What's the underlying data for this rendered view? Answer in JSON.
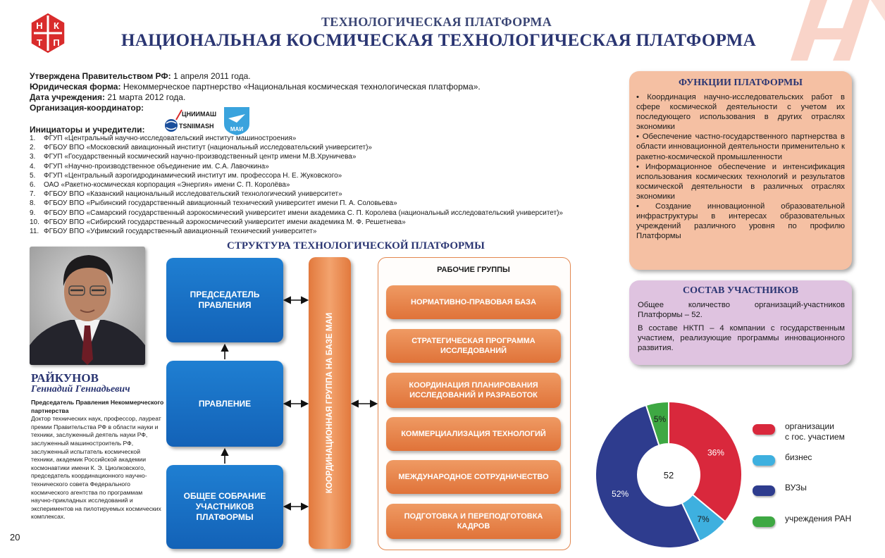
{
  "header": {
    "logo_letters": [
      "Н",
      "К",
      "Т",
      "П"
    ],
    "subtitle": "ТЕХНОЛОГИЧЕСКАЯ ПЛАТФОРМА",
    "title": "НАЦИОНАЛЬНАЯ КОСМИЧЕСКАЯ ТЕХНОЛОГИЧЕСКАЯ ПЛАТФОРМА"
  },
  "info": {
    "approved_label": "Утверждена Правительством РФ:",
    "approved_value": " 1 апреля 2011 года.",
    "legal_label": "Юридическая форма:",
    "legal_value": " Некоммерческое партнерство «Национальная космическая технологическая платформа».",
    "founded_label": "Дата учреждения:",
    "founded_value": " 21 марта 2012 года.",
    "coordinator_label": "Организация-координатор:",
    "coordinator_logo1_line1": "ЦНИИМАШ",
    "coordinator_logo1_line2": "TSNIIMASH",
    "coordinator_logo2": "МАИ",
    "initiators_title": "Инициаторы и учредители:",
    "initiators": [
      {
        "n": "1.",
        "t": "ФГУП «Центральный научно-исследовательский институт машиностроения»"
      },
      {
        "n": "2.",
        "t": "ФГБОУ ВПО «Московский авиационный институт (национальный исследовательский университет)»"
      },
      {
        "n": "3.",
        "t": "ФГУП «Государственный космический научно-производственный центр имени М.В.Хруничева»"
      },
      {
        "n": "4.",
        "t": "ФГУП «Научно-производственное объединение им. С.А. Лавочкина»"
      },
      {
        "n": "5.",
        "t": "ФГУП «Центральный аэрогидродинамический институт им. профессора Н. Е. Жуковского»"
      },
      {
        "n": "6.",
        "t": "ОАО «Ракетно-космическая корпорация «Энергия» имени С. П. Королёва»"
      },
      {
        "n": "7.",
        "t": "ФГБОУ ВПО «Казанский национальный исследовательский технологический университет»"
      },
      {
        "n": "8.",
        "t": "ФГБОУ ВПО «Рыбинский государственный авиационный технический университет имени П. А. Соловьева»"
      },
      {
        "n": "9.",
        "t": "ФГБОУ ВПО «Самарский государственный аэрокосмический университет имени академика С. П. Королева (национальный исследовательский университет)»"
      },
      {
        "n": "10.",
        "t": "ФГБОУ ВПО «Сибирский государственный аэрокосмический университет имени академика М. Ф. Решетнева»"
      },
      {
        "n": "11.",
        "t": "ФГБОУ ВПО «Уфимский государственный авиационный технический университет»"
      }
    ]
  },
  "person": {
    "surname": "РАЙКУНОВ",
    "name": "Геннадий Геннадьевич",
    "role": "Председатель Правления Некоммерческого партнерства",
    "bio": "Доктор технических наук, профессор, лауреат премии Правительства РФ в области науки и техники, заслуженный деятель науки РФ, заслуженный машиностроитель РФ, заслуженный испытатель космической техники, академик Российской академии космонавтики имени К. Э. Циолковского, председатель координационного научно-технического совета Федерального космического агентства по программам научно-прикладных исследований и экспериментов на пилотируемых космических комплексах."
  },
  "page_number": "20",
  "structure": {
    "title": "СТРУКТУРА ТЕХНОЛОГИЧЕСКОЙ ПЛАТФОРМЫ",
    "chair": "ПРЕДСЕДАТЕЛЬ ПРАВЛЕНИЯ",
    "board": "ПРАВЛЕНИЕ",
    "assembly": "ОБЩЕЕ СОБРАНИЕ УЧАСТНИКОВ ПЛАТФОРМЫ",
    "coordination": "КООРДИНАЦИОННАЯ ГРУППА НА БАЗЕ МАИ",
    "wg_title": "РАБОЧИЕ ГРУППЫ",
    "working_groups": [
      "НОРМАТИВНО-ПРАВОВАЯ БАЗА",
      "СТРАТЕГИЧЕСКАЯ ПРОГРАММА ИССЛЕДОВАНИЙ",
      "КООРДИНАЦИЯ ПЛАНИРОВАНИЯ ИССЛЕДОВАНИЙ И РАЗРАБОТОК",
      "КОММЕРЦИАЛИЗАЦИЯ ТЕХНОЛОГИЙ",
      "МЕЖДУНАРОДНОЕ СОТРУДНИЧЕСТВО",
      "ПОДГОТОВКА И ПЕРЕПОДГОТОВКА КАДРОВ"
    ]
  },
  "functions": {
    "title": "ФУНКЦИИ ПЛАТФОРМЫ",
    "items": [
      "Координация научно-исследовательских работ в сфере космической деятельности с учетом их последующего использования в других отраслях экономики",
      "Обеспечение частно-государственного партнерства в области инновационной деятельности применительно к ракетно-космической промышленности",
      "Информационное обеспечение и интенсификация использования космических технологий и результатов космической деятельности в различных отраслях экономики",
      "Создание инновационной образовательной инфраструктуры в интересах образовательных учреждений различного уровня по профилю Платформы"
    ]
  },
  "participants": {
    "title": "СОСТАВ УЧАСТНИКОВ",
    "p1": "Общее количество организаций-участников Платформы – 52.",
    "p2": "В составе НКТП – 4 компании с государственным участием, реализующие программы инновационного развития."
  },
  "chart_data": {
    "type": "pie",
    "center_label": "52",
    "slices": [
      {
        "name": "организации с гос. участием",
        "value": 36,
        "label": "36%",
        "color": "#d9283c"
      },
      {
        "name": "бизнес",
        "value": 7,
        "label": "7%",
        "color": "#3eb0df"
      },
      {
        "name": "ВУЗы",
        "value": 52,
        "label": "52%",
        "color": "#2e3c8e"
      },
      {
        "name": "учреждения РАН",
        "value": 5,
        "label": "5%",
        "color": "#3ea843"
      }
    ],
    "legend_order": [
      {
        "name_lines": [
          "организации",
          "с гос. участием"
        ],
        "color": "#d9283c"
      },
      {
        "name_lines": [
          "бизнес"
        ],
        "color": "#3eb0df"
      },
      {
        "name_lines": [
          "ВУЗы"
        ],
        "color": "#2e3c8e"
      },
      {
        "name_lines": [
          "учреждения РАН"
        ],
        "color": "#3ea843"
      }
    ]
  }
}
